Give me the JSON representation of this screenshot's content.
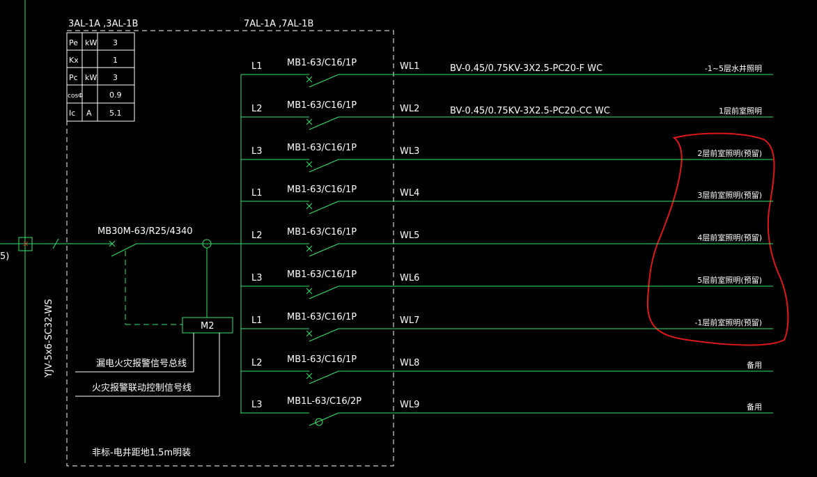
{
  "header": {
    "left_label": "3AL-1A ,3AL-1B",
    "right_label": "7AL-1A ,7AL-1B"
  },
  "params": [
    {
      "name": "Pe",
      "unit": "kW",
      "value": "3"
    },
    {
      "name": "Kx",
      "unit": "",
      "value": "1"
    },
    {
      "name": "Pc",
      "unit": "kW",
      "value": "3"
    },
    {
      "name": "cosΦ",
      "unit": "",
      "value": "0.9"
    },
    {
      "name": "Ic",
      "unit": "A",
      "value": "5.1"
    }
  ],
  "incoming": {
    "cable": "YJV-5x6-SC32-WS",
    "edge_text": "5)",
    "main_breaker": "MB30M-63/R25/4340",
    "module": "M2"
  },
  "signals": {
    "leak_alarm": "漏电火灾报警信号总线",
    "fire_link": "火灾报警联动控制信号线"
  },
  "install_note": "非标-电井距地1.5m明装",
  "circuits": [
    {
      "phase": "L1",
      "breaker": "MB1-63/C16/1P",
      "id": "WL1",
      "cable": "BV-0.45/0.75KV-3X2.5-PC20-F WC",
      "load": "-1~5层水井照明"
    },
    {
      "phase": "L2",
      "breaker": "MB1-63/C16/1P",
      "id": "WL2",
      "cable": "BV-0.45/0.75KV-3X2.5-PC20-CC WC",
      "load": "1层前室照明"
    },
    {
      "phase": "L3",
      "breaker": "MB1-63/C16/1P",
      "id": "WL3",
      "cable": "",
      "load": "2层前室照明(预留)"
    },
    {
      "phase": "L1",
      "breaker": "MB1-63/C16/1P",
      "id": "WL4",
      "cable": "",
      "load": "3层前室照明(预留)"
    },
    {
      "phase": "L2",
      "breaker": "MB1-63/C16/1P",
      "id": "WL5",
      "cable": "",
      "load": "4层前室照明(预留)"
    },
    {
      "phase": "L3",
      "breaker": "MB1-63/C16/1P",
      "id": "WL6",
      "cable": "",
      "load": "5层前室照明(预留)"
    },
    {
      "phase": "L1",
      "breaker": "MB1-63/C16/1P",
      "id": "WL7",
      "cable": "",
      "load": "-1层前室照明(预留)"
    },
    {
      "phase": "L2",
      "breaker": "MB1-63/C16/1P",
      "id": "WL8",
      "cable": "",
      "load": "备用"
    },
    {
      "phase": "L3",
      "breaker": "MB1L-63/C16/2P",
      "id": "WL9",
      "cable": "",
      "load": "备用"
    }
  ],
  "colors": {
    "background": "#000000",
    "wire": "#2ee86a",
    "text": "#ffffff",
    "frame": "#ffffff",
    "markup": "#e01818"
  }
}
